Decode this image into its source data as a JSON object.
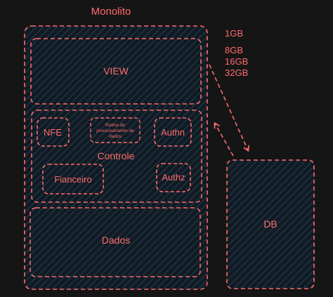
{
  "diagram": {
    "title": "Monolito",
    "memory_options": [
      "1GB",
      "8GB",
      "16GB",
      "32GB"
    ],
    "layers": {
      "view": "VIEW",
      "controle": "Controle",
      "dados": "Dados"
    },
    "modules": {
      "nfe": "NFE",
      "rotina_line1": "Rotina de",
      "rotina_line2": "processamento de",
      "rotina_line3": "dados",
      "authn": "Authn",
      "fianceiro": "Fianceiro",
      "authz": "Authz"
    },
    "db": "DB"
  },
  "colors": {
    "background": "#151516",
    "stroke": "#ff6b6b",
    "hatch": "#1d3c52"
  }
}
